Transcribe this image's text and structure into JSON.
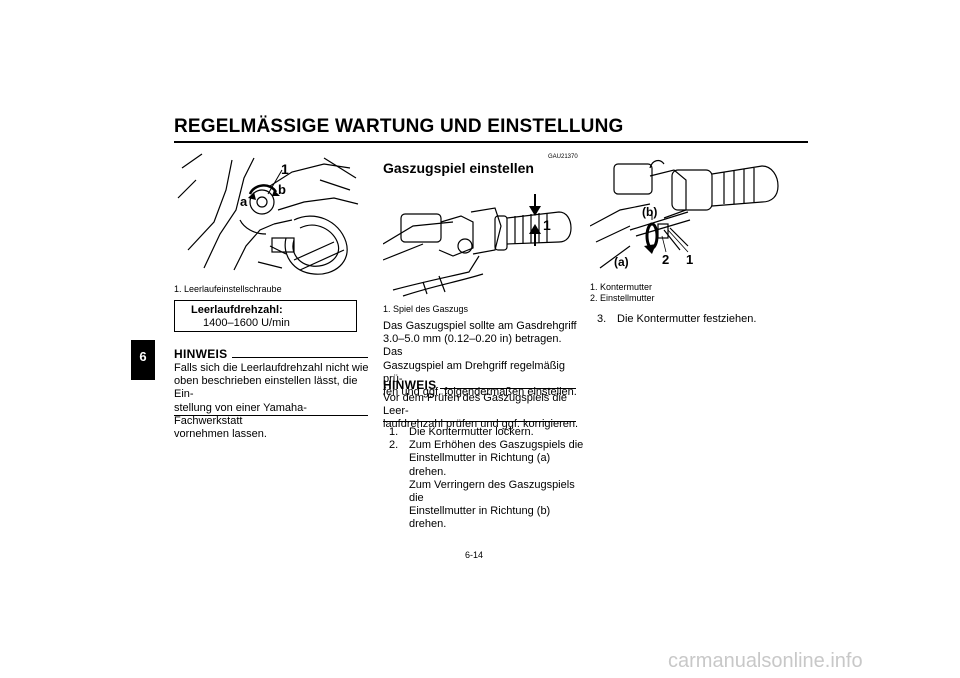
{
  "page": {
    "title": "REGELMÄSSIGE WARTUNG UND EINSTELLUNG",
    "chapter_tab": "6",
    "page_number": "6-14"
  },
  "left": {
    "figure_labels": {
      "callout": "1",
      "a": "a",
      "b": "b"
    },
    "caption": [
      "1.  Leerlaufeinstellschraube"
    ],
    "spec": {
      "label": "Leerlaufdrehzahl:",
      "value": "1400–1600 U/min"
    },
    "note": {
      "heading": "HINWEIS",
      "lines": [
        "Falls sich die Leerlaufdrehzahl nicht wie",
        "oben beschrieben einstellen lässt, die Ein-",
        "stellung von einer Yamaha-Fachwerkstatt",
        "vornehmen lassen."
      ]
    }
  },
  "middle": {
    "code": "GAU21370",
    "heading": "Gaszugspiel einstellen",
    "figure_labels": {
      "callout": "1"
    },
    "caption": [
      "1.  Spiel des Gaszugs"
    ],
    "paragraph": [
      "Das Gaszugspiel sollte am Gasdrehgriff",
      "3.0–5.0 mm (0.12–0.20 in) betragen. Das",
      "Gaszugspiel am Drehgriff regelmäßig prü-",
      "fen und ggf. folgendermaßen einstellen."
    ],
    "note": {
      "heading": "HINWEIS",
      "lines": [
        "Vor dem Prüfen des Gaszugspiels die Leer-",
        "laufdrehzahl prüfen und ggf. korrigieren."
      ]
    },
    "steps": [
      {
        "n": "1.",
        "lines": [
          "Die Kontermutter lockern."
        ]
      },
      {
        "n": "2.",
        "lines": [
          "Zum Erhöhen des Gaszugspiels die",
          "Einstellmutter in Richtung (a) drehen.",
          "Zum Verringern des Gaszugspiels die",
          "Einstellmutter in Richtung (b) drehen."
        ]
      }
    ]
  },
  "right": {
    "figure_labels": {
      "a": "(a)",
      "b": "(b)",
      "two": "2",
      "one": "1"
    },
    "caption": [
      "1.  Kontermutter",
      "2.  Einstellmutter"
    ],
    "steps": [
      {
        "n": "3.",
        "lines": [
          "Die Kontermutter festziehen."
        ]
      }
    ]
  },
  "watermark": "carmanualsonline.info"
}
